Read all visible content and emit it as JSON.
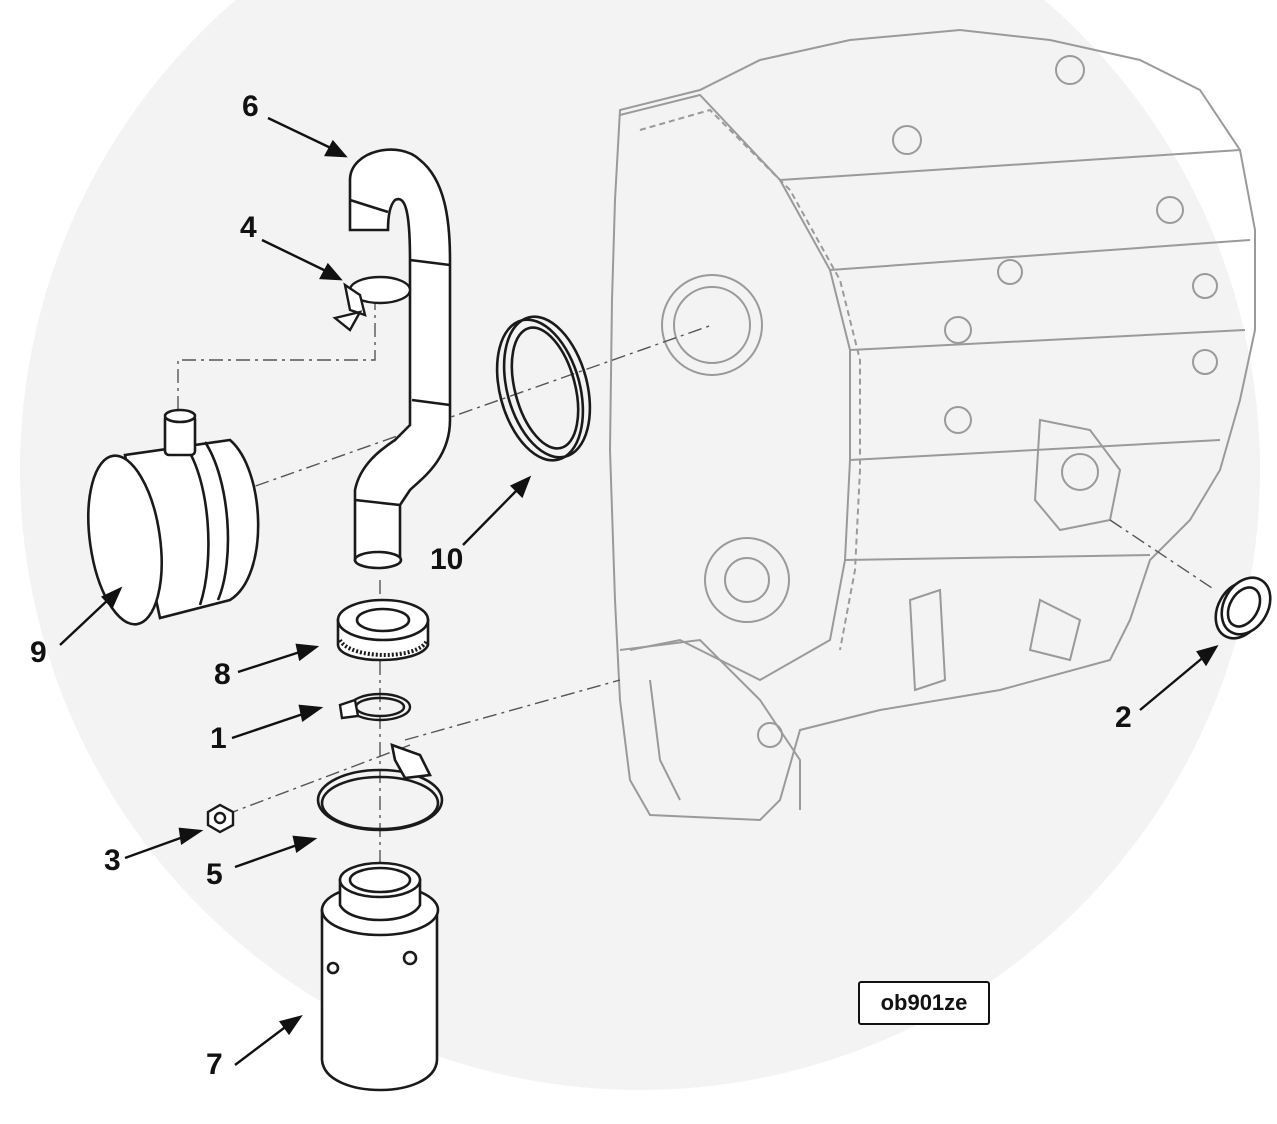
{
  "diagram": {
    "callouts": [
      {
        "id": "6",
        "label": "6"
      },
      {
        "id": "4",
        "label": "4"
      },
      {
        "id": "10",
        "label": "10"
      },
      {
        "id": "9",
        "label": "9"
      },
      {
        "id": "8",
        "label": "8"
      },
      {
        "id": "1",
        "label": "1"
      },
      {
        "id": "3",
        "label": "3"
      },
      {
        "id": "5",
        "label": "5"
      },
      {
        "id": "7",
        "label": "7"
      },
      {
        "id": "2",
        "label": "2"
      }
    ],
    "reference_code": "ob901ze",
    "colors": {
      "line": "#1a1a1a",
      "faint_line": "#9a9a9a",
      "watermark": "#f2f2f2"
    }
  }
}
